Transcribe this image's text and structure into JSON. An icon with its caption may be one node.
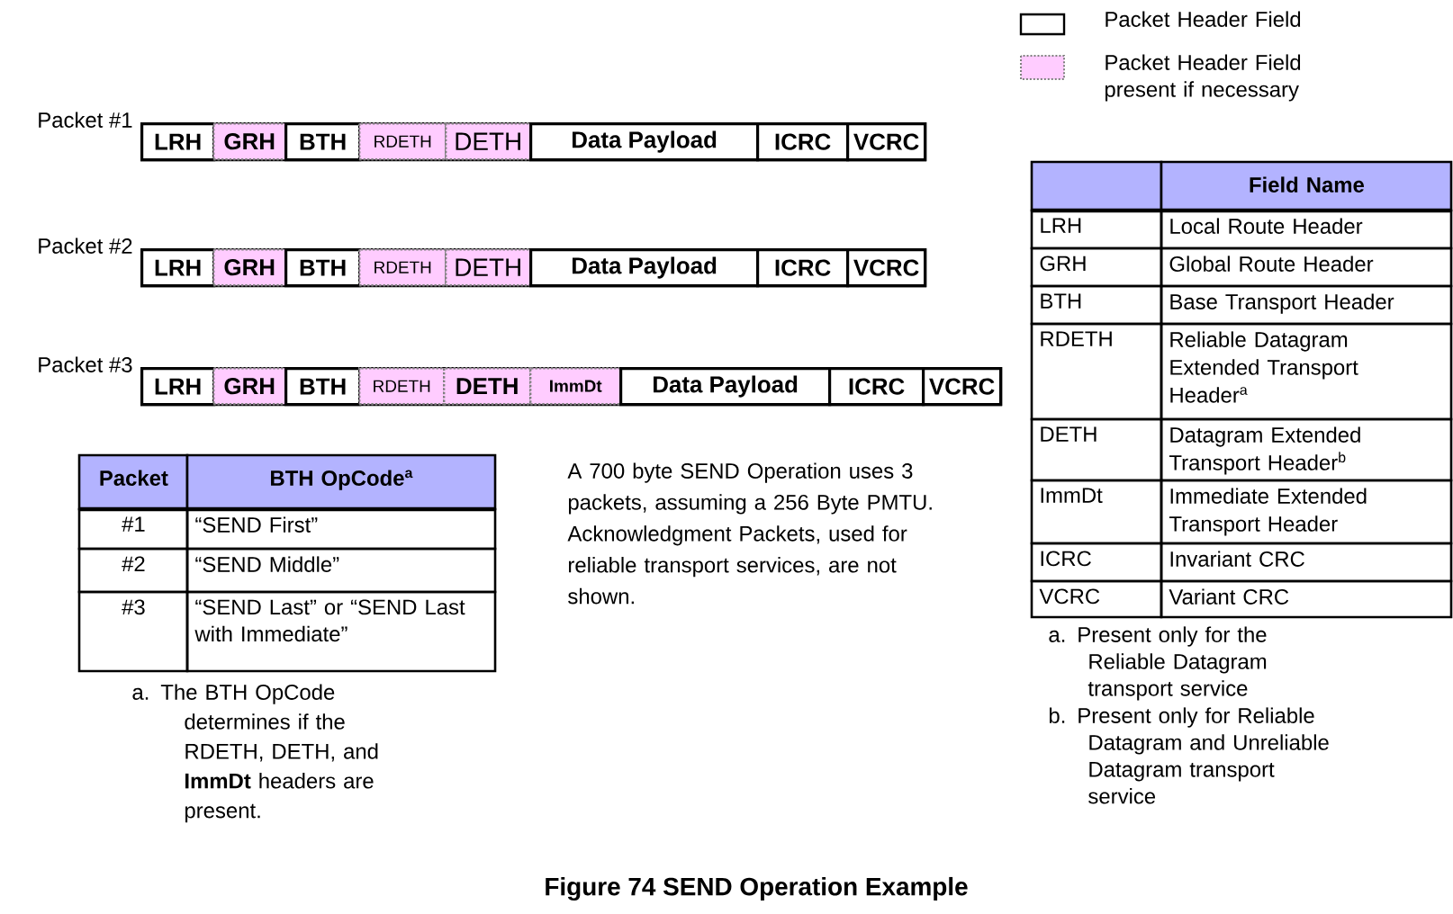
{
  "diagram": {
    "title": "Figure 74 SEND Operation Example",
    "nodes": [
      {
        "text": [
          "Packet #1"
        ]
      },
      {
        "text": [
          "LRH"
        ],
        "in": 0
      },
      {
        "text": [
          "GRH"
        ],
        "in": 0
      },
      {
        "text": [
          "BTH"
        ],
        "in": 0
      },
      {
        "text": [
          "RDETH"
        ],
        "in": 0
      },
      {
        "text": [
          "DETH"
        ],
        "in": 0
      },
      {
        "text": [
          "Data Payload"
        ],
        "in": 0
      },
      {
        "text": [
          "ICRC"
        ],
        "in": 0
      },
      {
        "text": [
          "VCRC"
        ],
        "in": 0
      },
      {
        "text": [
          "Packet #2"
        ]
      },
      {
        "text": [
          "LRH"
        ],
        "in": 9
      },
      {
        "text": [
          "GRH"
        ],
        "in": 9
      },
      {
        "text": [
          "BTH"
        ],
        "in": 9
      },
      {
        "text": [
          "RDETH"
        ],
        "in": 9
      },
      {
        "text": [
          "DETH"
        ],
        "in": 9
      },
      {
        "text": [
          "Data Payload"
        ],
        "in": 9
      },
      {
        "text": [
          "ICRC"
        ],
        "in": 9
      },
      {
        "text": [
          "VCRC"
        ],
        "in": 9
      },
      {
        "text": [
          "Packet #3"
        ]
      },
      {
        "text": [
          "LRH"
        ],
        "in": 18
      },
      {
        "text": [
          "GRH"
        ],
        "in": 18
      },
      {
        "text": [
          "BTH"
        ],
        "in": 18
      },
      {
        "text": [
          "RDETH"
        ],
        "in": 18
      },
      {
        "text": [
          "DETH"
        ],
        "in": 18
      },
      {
        "text": [
          "ImmDt"
        ],
        "in": 18
      },
      {
        "text": [
          "Data Payload"
        ],
        "in": 18
      },
      {
        "text": [
          "ICRC"
        ],
        "in": 18
      },
      {
        "text": [
          "VCRC"
        ],
        "in": 18
      }
    ],
    "edges": [],
    "labels": [
      "Packet",
      "BTH OpCode$^{a}$",
      "#1",
      "“SEND First”",
      "#2",
      "“SEND Middle”",
      "#3",
      "“SEND Last” or “SEND Last with Immediate”",
      "a. The BTH OpCode determines if the RDETH, DETH, and **ImmDt** headers are present.",
      "A 700 byte SEND Operation uses 3 packets, assuming a 256 Byte PMTU. Acknowledgment Packets, used for reliable transport services, are not shown.",
      "Field Name",
      "LRH",
      "Local Route Header",
      "GRH",
      "Global Route Header",
      "BTH",
      "Base Transport Header",
      "RDETH",
      "Reliable Datagram Extended Transport Header$^{a}$",
      "DETH",
      "Datagram Extended Transport Header$^{b}$",
      "ImmDt",
      "Immediate Extended Transport Header",
      "ICRC",
      "Invariant CRC",
      "VCRC",
      "Variant CRC",
      "a. Present only for the Reliable Datagram transport service",
      "b. Present only for Reliable Datagram and Unreliable Datagram transport service"
    ],
    "legend": [
      {
        "text": "Packet Header Field"
      },
      {
        "text": "Packet Header Field present if necessary",
        "color": "#ffccff"
      }
    ]
  }
}
